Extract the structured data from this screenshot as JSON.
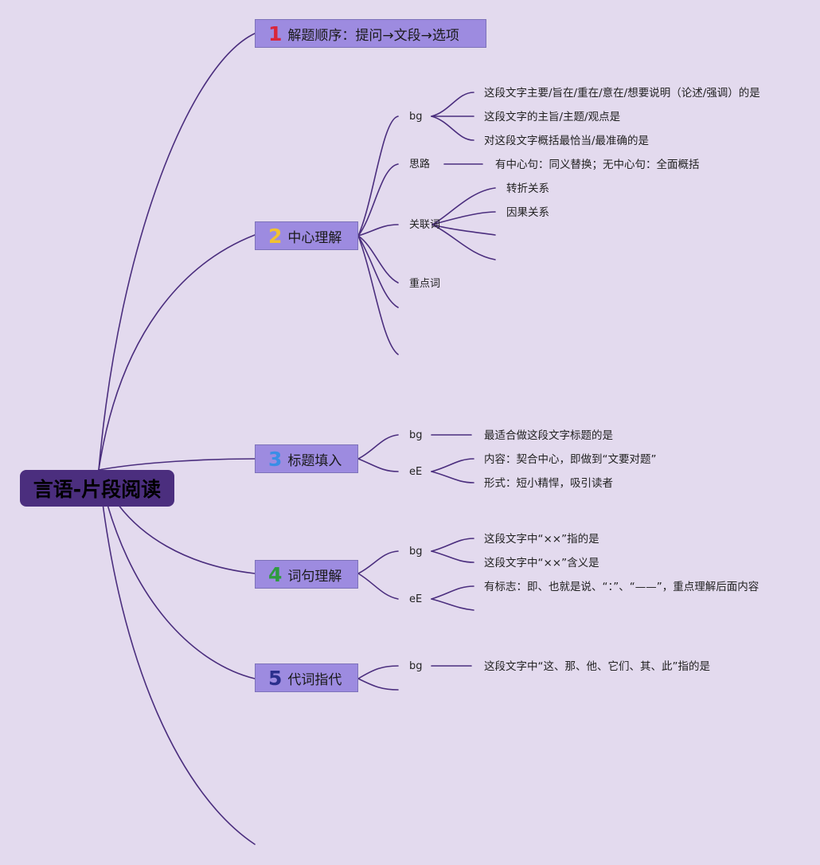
{
  "colors": {
    "background": "#e3daee",
    "root_fill": "#4b2e7e",
    "branch_fill": "#9d8be0",
    "line": "#4b2e7e",
    "num1": "#d9263b",
    "num2": "#f2c230",
    "num3": "#3a8ee6",
    "num4": "#2e9b3f",
    "num5": "#2b2f8c"
  },
  "root": {
    "label": "言语-片段阅读"
  },
  "branches": [
    {
      "number": "1",
      "label": "解题顺序：提问→文段→选项"
    },
    {
      "number": "2",
      "label": "中心理解"
    },
    {
      "number": "3",
      "label": "标题填入"
    },
    {
      "number": "4",
      "label": "词句理解"
    },
    {
      "number": "5",
      "label": "代词指代"
    }
  ],
  "b2": {
    "bg": {
      "label": "bg",
      "items": [
        "这段文字主要/旨在/重在/意在/想要说明（论述/强调）的是",
        "这段文字的主旨/主题/观点是",
        "对这段文字概括最恰当/最准确的是"
      ]
    },
    "silu": {
      "label": "思路",
      "item": "有中心句：同义替换；无中心句：全面概括"
    },
    "guanlian": {
      "label": "关联词",
      "items": [
        "转折关系",
        "因果关系"
      ]
    },
    "zhongdian": {
      "label": "重点词"
    }
  },
  "b3": {
    "bg": {
      "label": "bg",
      "item": "最适合做这段文字标题的是"
    },
    "ee": {
      "label": "eE",
      "items": [
        "内容：契合中心，即做到“文要对题”",
        "形式：短小精悍，吸引读者"
      ]
    }
  },
  "b4": {
    "bg": {
      "label": "bg",
      "items": [
        "这段文字中“××”指的是",
        "这段文字中“××”含义是"
      ]
    },
    "ee": {
      "label": "eE",
      "item": "有标志：即、也就是说、“：”、“——”，重点理解后面内容"
    }
  },
  "b5": {
    "bg": {
      "label": "bg",
      "item": "这段文字中“这、那、他、它们、其、此”指的是"
    }
  }
}
